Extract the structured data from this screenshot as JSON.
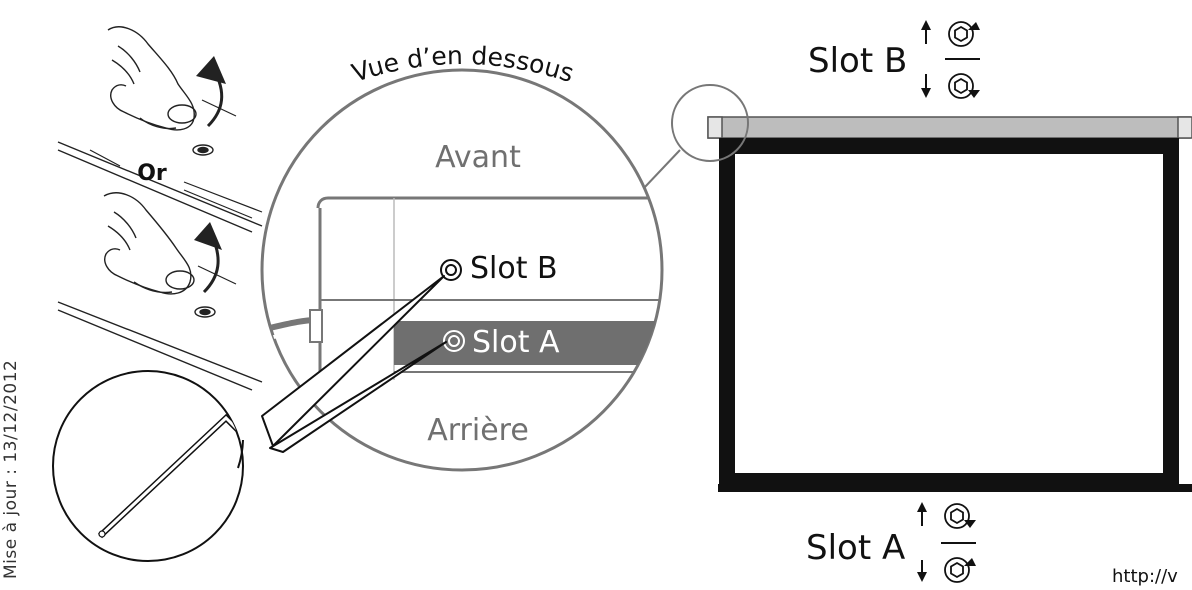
{
  "view_label": "Vue d’en dessous",
  "front_label": "Avant",
  "rear_label": "Arrière",
  "slot_b_label": "Slot B",
  "slot_a_label": "Slot A",
  "or_label": "Or",
  "updated_text": "Mise à jour : 13/12/2012",
  "url_text": "http://v",
  "icons": {
    "top_arrows": "up-down-arrows-icon",
    "rotate": "hex-key-rotate-icon",
    "hand": "hand-pressing-icon",
    "hex_key": "hex-key-icon"
  },
  "colors": {
    "ink": "#111111",
    "grey_text": "#707070",
    "slot_a_band": "#6f6f6f",
    "screen_casing": "#bdbdbd"
  }
}
